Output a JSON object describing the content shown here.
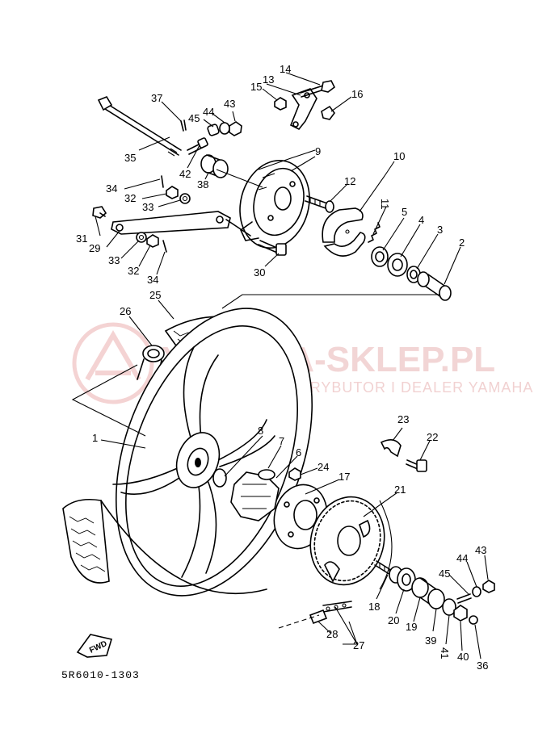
{
  "watermark": {
    "brand": "YAMAHA-SKLEP.PL",
    "tagline": "OFICJALNY DYSTRYBUTOR I DEALER YAMAHA",
    "color": "#e8b4b4"
  },
  "diagram_code": "5R6010-1303",
  "fwd_label": "FWD",
  "callouts": {
    "c1": "1",
    "c2": "2",
    "c3": "3",
    "c4": "4",
    "c5": "5",
    "c6": "6",
    "c7": "7",
    "c8": "8",
    "c9": "9",
    "c10": "10",
    "c11": "11",
    "c12": "12",
    "c13": "13",
    "c14": "14",
    "c15": "15",
    "c16": "16",
    "c17": "17",
    "c18": "18",
    "c19": "19",
    "c20": "20",
    "c21": "21",
    "c22": "22",
    "c23": "23",
    "c24": "24",
    "c25": "25",
    "c26": "26",
    "c27": "27",
    "c28": "28",
    "c29": "29",
    "c30": "30",
    "c31": "31",
    "c32a": "32",
    "c32b": "32",
    "c33a": "33",
    "c33b": "33",
    "c34a": "34",
    "c34b": "34",
    "c35": "35",
    "c36": "36",
    "c37": "37",
    "c38": "38",
    "c39": "39",
    "c40": "40",
    "c41": "41",
    "c42": "42",
    "c43a": "43",
    "c43b": "43",
    "c44a": "44",
    "c44b": "44",
    "c45a": "45",
    "c45b": "45"
  }
}
